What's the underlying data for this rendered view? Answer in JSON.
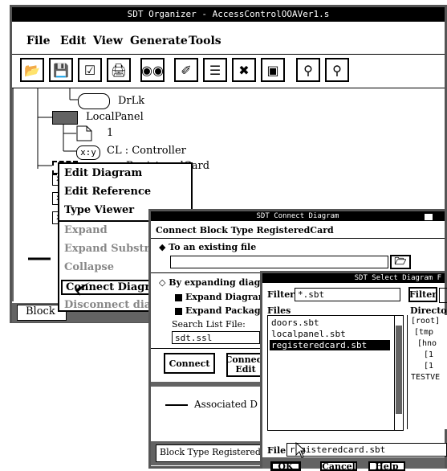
{
  "main_window": {
    "title": "SDT Organizer - AccessControlOOAVer1.s",
    "menu": [
      "File",
      "Edit",
      "View",
      "Generate",
      "Tools"
    ],
    "tree": {
      "drlk": "DrLk",
      "local_panel": "LocalPanel",
      "file_one": "1",
      "xy_badge": "x:y",
      "controller": "CL : Controller",
      "partial_node": "RegisteredCard"
    },
    "status": "Block"
  },
  "context_menu": {
    "items": [
      {
        "label": "Edit Diagram",
        "enabled": true
      },
      {
        "label": "Edit Reference",
        "enabled": true
      },
      {
        "label": "Type Viewer",
        "enabled": true
      },
      {
        "label": "Expand",
        "enabled": false
      },
      {
        "label": "Expand Substructure",
        "enabled": false
      },
      {
        "label": "Collapse",
        "enabled": false
      },
      {
        "label": "Connect Diagram",
        "enabled": true
      },
      {
        "label": "Disconnect diagram",
        "enabled": false
      }
    ]
  },
  "connect_dialog": {
    "title": "SDT Connect Diagram",
    "header": "Connect Block Type RegisteredCard",
    "option_existing": "To an existing file",
    "option_expanding": "By expanding diagram",
    "check_expand_diagram": "Expand Diagram S",
    "check_expand_package": "Expand Package R",
    "search_list_label": "Search List File:",
    "search_list_value": "sdt.ssl",
    "connect_button": "Connect",
    "connect_edit_button_1": "Connect",
    "connect_edit_button_2": "Edit",
    "assoc_label": "Associated D",
    "status": "Block Type RegisteredC"
  },
  "select_dialog": {
    "title": "SDT Select Diagram F",
    "filter_label": "Filter",
    "filter_value": "*.sbt",
    "filter_button": "Filter",
    "files_label": "Files",
    "files": [
      "doors.sbt",
      "localpanel.sbt",
      "registeredcard.sbt"
    ],
    "selected_index": 2,
    "directories_label": "Director",
    "directories": [
      "[root]",
      "[tmp",
      "[hno",
      "[1",
      "[1",
      "TESTVE"
    ],
    "file_label": "File",
    "file_value": "registeredcard.sbt",
    "ok_button": "OK",
    "cancel_button": "Cancel",
    "help_button": "Help"
  }
}
